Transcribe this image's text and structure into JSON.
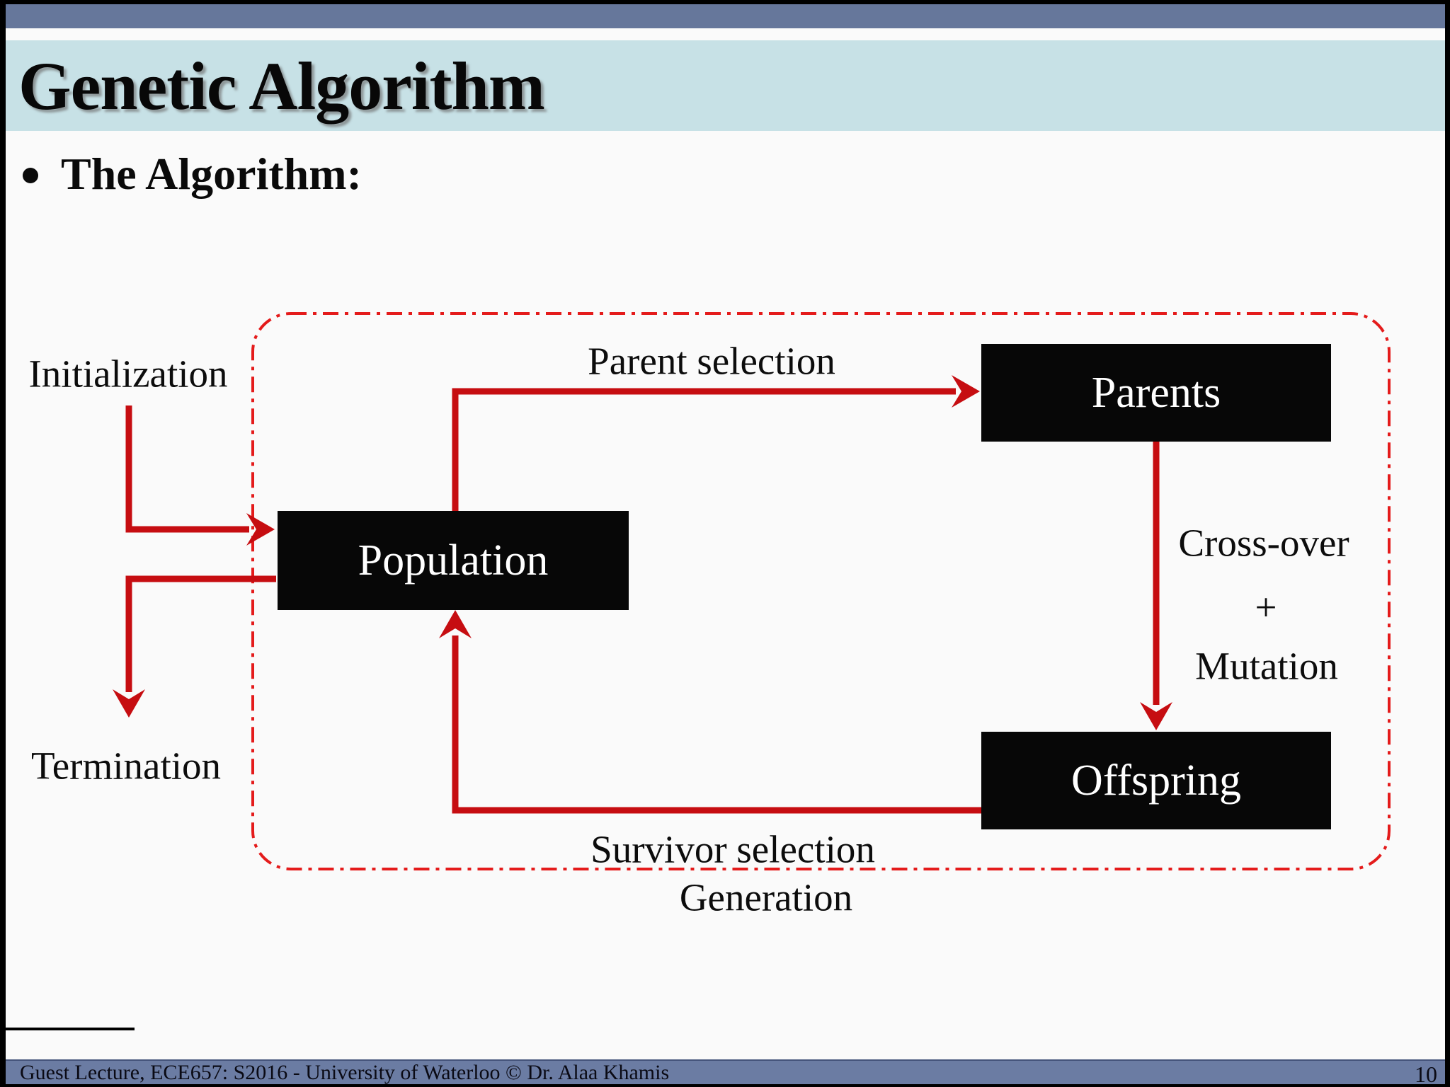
{
  "theme": {
    "colors": {
      "top-bar": "#66779b",
      "footer-bar": "#6b7ca3",
      "footer-border": "#44537a",
      "title-band": "#c7e1e6",
      "paper": "#fafafa",
      "frame": "#000000",
      "arrow-red": "#c60d11",
      "dash-red": "#e41b1b",
      "node-bg": "#070707",
      "node-text": "#ffffff",
      "ink": "#0e0e0e"
    }
  },
  "header": {
    "title": "Genetic Algorithm"
  },
  "body": {
    "bullet_text": "The Algorithm:"
  },
  "diagram": {
    "boundary_label": "Generation",
    "nodes": {
      "population": {
        "label": "Population"
      },
      "parents": {
        "label": "Parents"
      },
      "offspring": {
        "label": "Offspring"
      }
    },
    "edge_labels": {
      "initialization": "Initialization",
      "termination": "Termination",
      "parent_selection": "Parent selection",
      "crossover": "Cross-over",
      "plus": "+",
      "mutation": "Mutation",
      "survivor_selection": "Survivor selection"
    }
  },
  "footer": {
    "credit": "Guest Lecture, ECE657: S2016  - University of Waterloo © Dr. Alaa Khamis",
    "page_number": "10"
  }
}
